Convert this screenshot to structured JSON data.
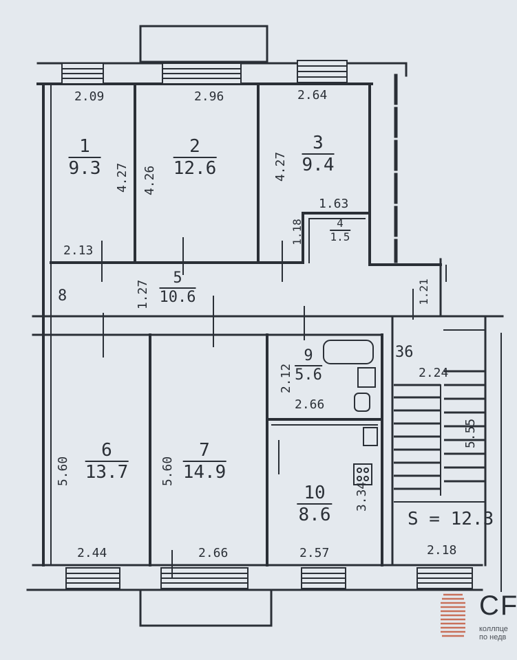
{
  "rooms": [
    {
      "id": "1",
      "number": "1",
      "area": "9.3"
    },
    {
      "id": "2",
      "number": "2",
      "area": "12.6"
    },
    {
      "id": "3",
      "number": "3",
      "area": "9.4"
    },
    {
      "id": "4",
      "number": "4",
      "area": "1.5"
    },
    {
      "id": "5",
      "number": "5",
      "area": "10.6"
    },
    {
      "id": "6",
      "number": "6",
      "area": "13.7"
    },
    {
      "id": "7",
      "number": "7",
      "area": "14.9"
    },
    {
      "id": "9",
      "number": "9",
      "area": "5.6"
    },
    {
      "id": "10",
      "number": "10",
      "area": "8.6"
    }
  ],
  "stair": {
    "label": "S = 12.3",
    "width": "2.24",
    "width_bottom": "2.18",
    "length": "5.55",
    "mark": "36"
  },
  "dimensions": {
    "top_1": "2.09",
    "top_2": "2.96",
    "top_3": "2.64",
    "room1_h": "4.27",
    "room2_h": "4.26",
    "room3_h": "4.27",
    "room1_bottom": "2.13",
    "room4_w": "1.63",
    "room4_h": "1.18",
    "corridor_h": "1.27",
    "entry_mark": "8",
    "right_mark": "1.21",
    "room6_h": "5.60",
    "room7_h": "5.60",
    "room9_h": "2.12",
    "room9_w": "2.66",
    "room10_h": "3.34",
    "bottom_6": "2.44",
    "bottom_7": "2.66",
    "bottom_10": "2.57"
  },
  "logo": {
    "text": "CF",
    "sub1": "коллпце",
    "sub2": "по недв"
  }
}
